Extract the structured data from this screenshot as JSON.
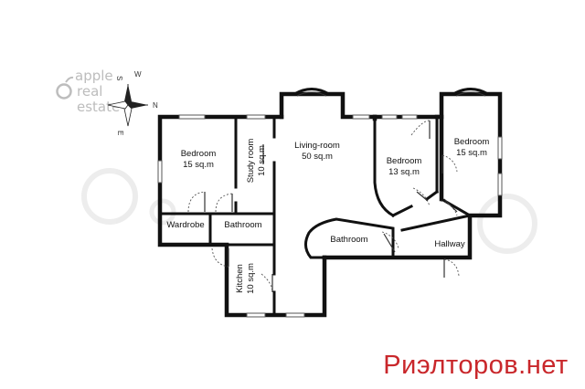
{
  "watermark": {
    "line1": "apple",
    "line2": "real",
    "line3": "estate"
  },
  "compass": {
    "north": "N",
    "south": "S",
    "east": "E",
    "west": "W"
  },
  "rooms": {
    "bedroom_left": {
      "name": "Bedroom",
      "area": "15 sq.m"
    },
    "study_room": {
      "name": "Study room",
      "area": "10 sq.m"
    },
    "living_room": {
      "name": "Living-room",
      "area": "50 sq.m"
    },
    "bedroom_middle": {
      "name": "Bedroom",
      "area": "13 sq.m"
    },
    "bedroom_right": {
      "name": "Bedroom",
      "area": "15 sq.m"
    },
    "wardrobe": {
      "name": "Wardrobe"
    },
    "bathroom_left": {
      "name": "Bathroom"
    },
    "bathroom_center": {
      "name": "Bathroom"
    },
    "hallway": {
      "name": "Hallway"
    },
    "kitchen": {
      "name": "Kitchen",
      "area": "10 sq.m"
    }
  },
  "brand": {
    "text": "Риэлторов.нет"
  },
  "colors": {
    "brand": "#c9272b",
    "wall": "#111111",
    "watermark": "#bdbdbd"
  }
}
